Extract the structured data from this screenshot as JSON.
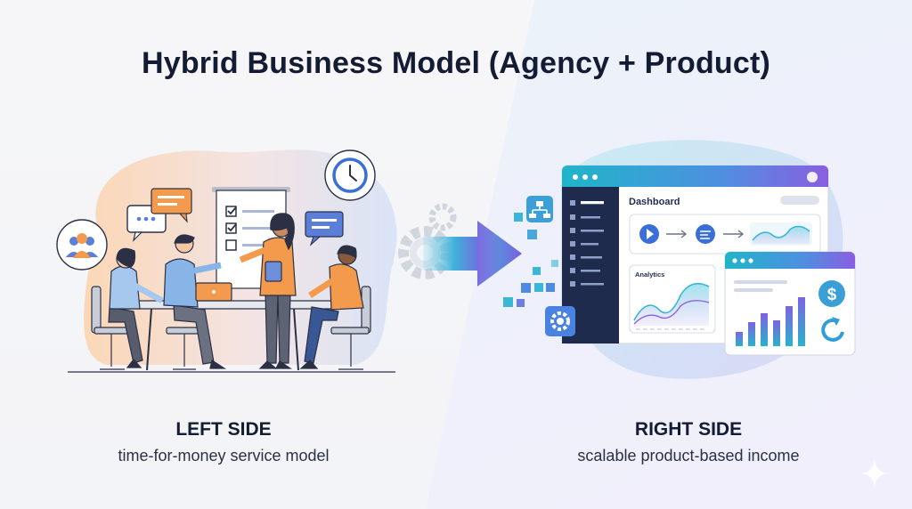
{
  "title": "Hybrid Business Model (Agency + Product)",
  "left": {
    "heading": "LEFT SIDE",
    "caption": "time-for-money service model"
  },
  "right": {
    "heading": "RIGHT SIDE",
    "caption": "scalable product-based income",
    "dashboard_title": "Dashboard",
    "analytics_label": "Analytics"
  },
  "icons": [
    "team-icon",
    "chat-bubble-icon",
    "clock-icon",
    "checklist-icon",
    "laptop-icon",
    "gear-icon",
    "arrow-icon",
    "sitemap-icon",
    "dollar-icon",
    "refresh-icon",
    "sparkle-icon"
  ],
  "colors": {
    "heading": "#141c33",
    "accent_blue": "#3a6fd8",
    "accent_orange": "#f39a4c",
    "accent_teal": "#37b8d6",
    "accent_purple": "#8b5ce0"
  }
}
